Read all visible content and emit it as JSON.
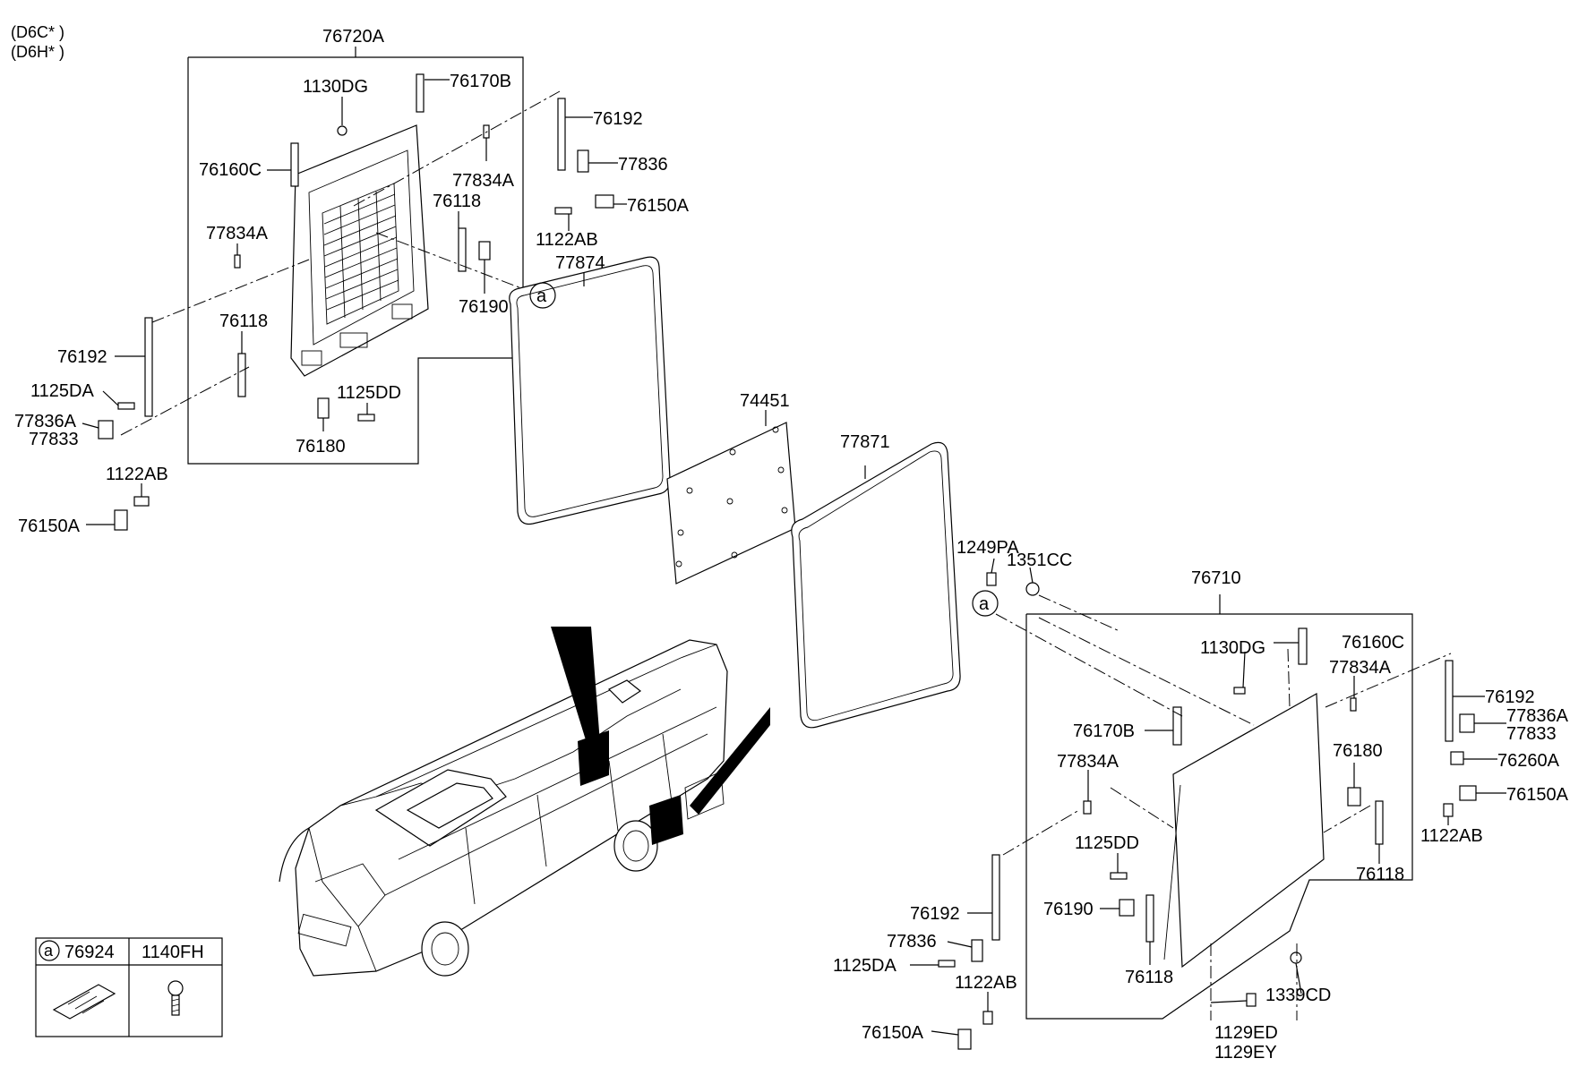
{
  "variants": [
    "(D6C* )",
    "(D6H* )"
  ],
  "colors": {
    "line": "#000000",
    "background": "#ffffff",
    "stripe": "#000000"
  },
  "upper_assembly": {
    "title": "76720A",
    "labels": [
      "1130DG",
      "76170B",
      "76160C",
      "77834A",
      "77834A",
      "76118",
      "76118",
      "76190",
      "1125DD",
      "76180"
    ],
    "side_labels": [
      "76192",
      "77836",
      "76150A",
      "1122AB",
      "77874",
      "76192",
      "1125DA",
      "77836A",
      "77833",
      "1122AB",
      "76150A"
    ]
  },
  "middle": {
    "panel": "74451",
    "seal": "77871",
    "fasteners": [
      "1249PA",
      "1351CC"
    ]
  },
  "lower_assembly": {
    "title": "76710",
    "labels": [
      "1130DG",
      "76160C",
      "77834A",
      "76170B",
      "77834A",
      "76180",
      "1125DD",
      "76190",
      "76118",
      "76118",
      "1339CD"
    ],
    "side_labels": [
      "76192",
      "77836A",
      "77833",
      "76260A",
      "76150A",
      "1122AB",
      "76192",
      "77836",
      "1125DA",
      "1122AB",
      "76150A",
      "1129ED",
      "1129EY"
    ]
  },
  "callout": {
    "symbol": "a"
  },
  "legend": {
    "symbol": "a",
    "columns": [
      "76924",
      "1140FH"
    ]
  }
}
